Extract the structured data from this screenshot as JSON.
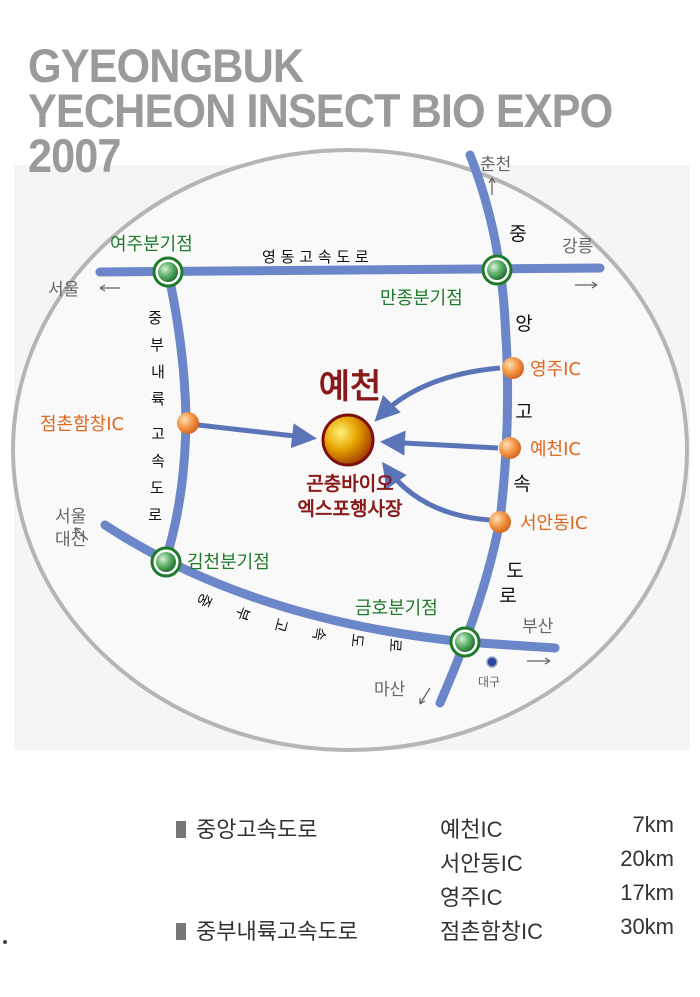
{
  "title": {
    "line1": "GYEONGBUK",
    "line2": "YECHEON INSECT BIO EXPO",
    "line3": "2007"
  },
  "map": {
    "center_title": "예천",
    "venue_line1": "곤충바이오",
    "venue_line2": "엑스포행사장",
    "roads": {
      "yeongdong": "영 동 고 속 도 로",
      "jungbu_naeryuk": [
        "중",
        "부",
        "내",
        "륙",
        "고",
        "속",
        "도",
        "로"
      ],
      "jungang": [
        "중",
        "앙",
        "고",
        "속",
        "도",
        "로"
      ],
      "jungbu": [
        "중",
        "부",
        "고",
        "속",
        "도",
        "로"
      ]
    },
    "junctions": [
      "여주분기점",
      "만종분기점",
      "김천분기점",
      "금호분기점"
    ],
    "interchanges": [
      "영주IC",
      "예천IC",
      "서안동IC",
      "점촌함창IC"
    ],
    "destinations": {
      "seoul": "서울",
      "chuncheon": "춘천",
      "gangneung": "강릉",
      "seoul2": "서울",
      "daejeon": "대전",
      "busan": "부산",
      "daegu": "대구",
      "masan": "마산"
    },
    "colors": {
      "road": "#6b87c9",
      "junction": "#1f7a2a",
      "ic": "#e0661c",
      "venue": "#8a1a1a",
      "title": "#9a9a9a"
    }
  },
  "legend": [
    {
      "road": "중앙고속도로",
      "entries": [
        {
          "ic": "예천IC",
          "distance": "7km"
        },
        {
          "ic": "서안동IC",
          "distance": "20km"
        },
        {
          "ic": "영주IC",
          "distance": "17km"
        }
      ]
    },
    {
      "road": "중부내륙고속도로",
      "entries": [
        {
          "ic": "점촌함창IC",
          "distance": "30km"
        }
      ]
    }
  ]
}
